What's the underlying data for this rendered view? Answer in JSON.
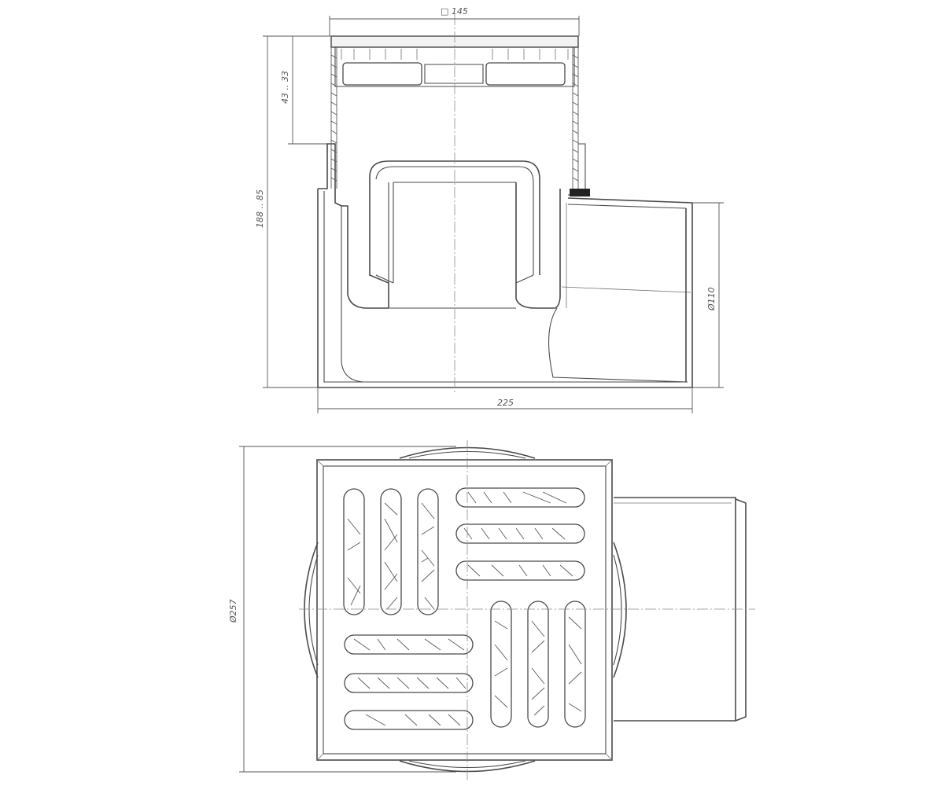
{
  "dimensions": {
    "top_width": "□ 145",
    "grate_height": "43 .. 33",
    "total_height": "188 .. 85",
    "overall_length": "225",
    "outlet_diameter": "Ø110",
    "flange_diameter": "Ø257"
  },
  "colors": {
    "line": "#4a4a4a",
    "axis": "#8a8a8a",
    "background": "#ffffff"
  }
}
